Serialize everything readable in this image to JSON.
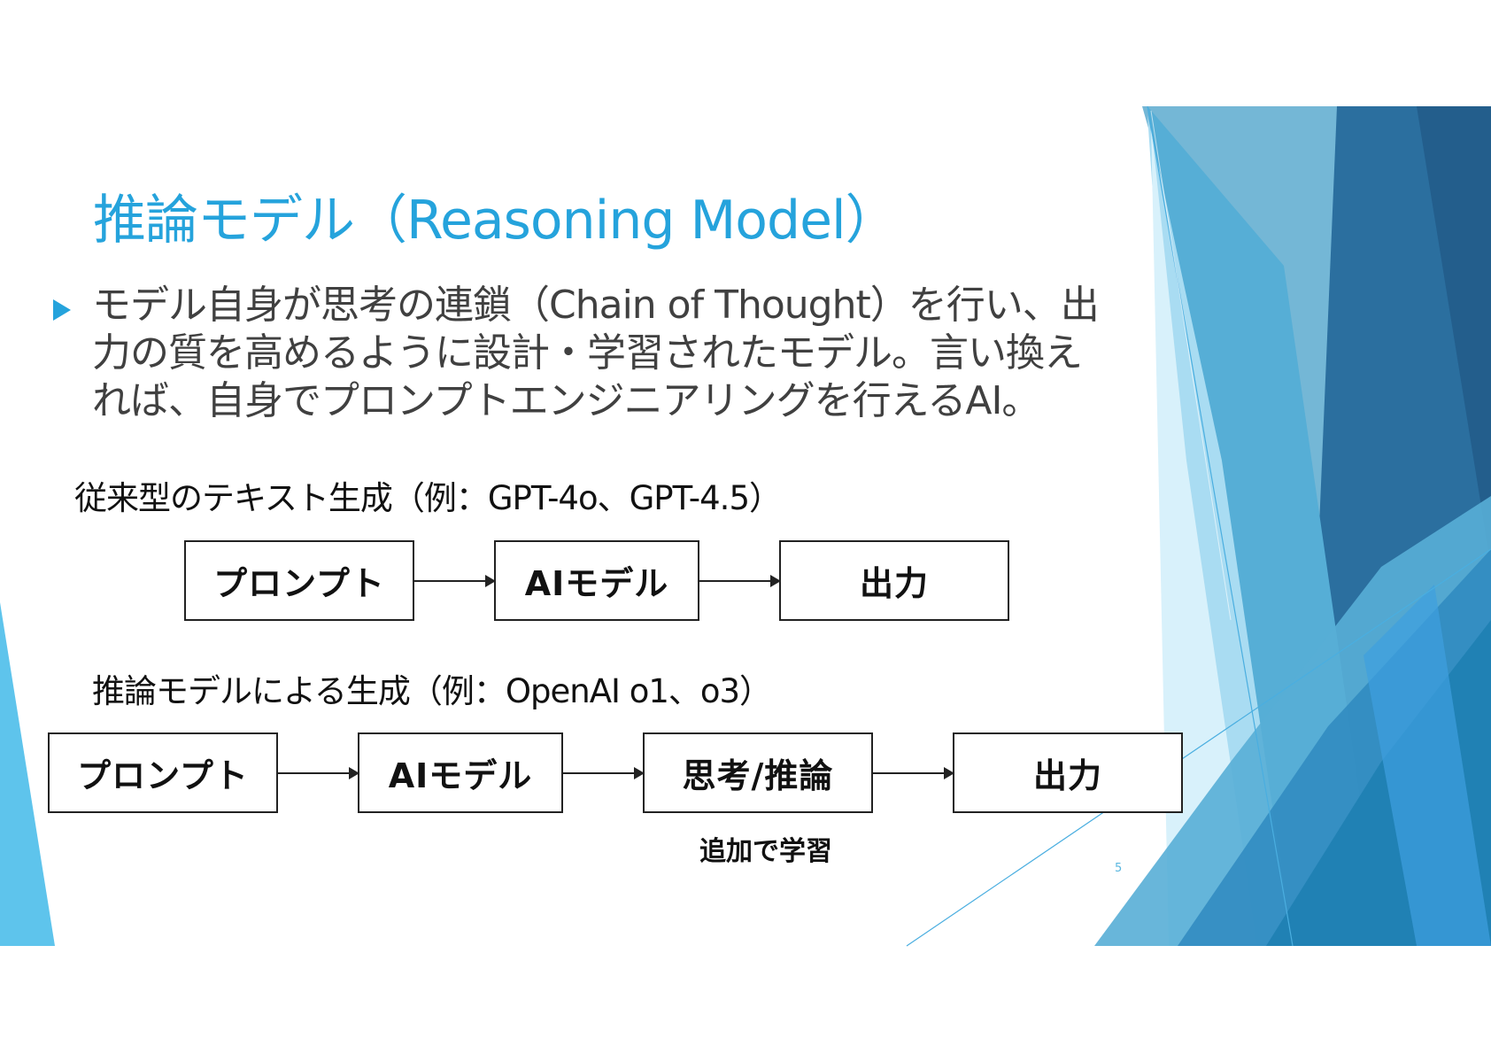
{
  "slide": {
    "title": "推論モデル（Reasoning Model）",
    "bullet": {
      "lines": [
        "モデル自身が思考の連鎖（Chain of Thought）を行い、出",
        "力の質を高めるように設計・学習されたモデル。言い換え",
        "れば、自身でプロンプトエンジニアリングを行えるAI。"
      ]
    },
    "traditional": {
      "label": "従来型のテキスト生成（例：GPT-4o、GPT-4.5）",
      "steps": [
        "プロンプト",
        "AIモデル",
        "出力"
      ]
    },
    "reasoning": {
      "label": "推論モデルによる生成（例：OpenAI o1、o3）",
      "steps": [
        "プロンプト",
        "AIモデル",
        "思考/推論",
        "出力"
      ],
      "note": "追加で学習"
    },
    "page_number": "5"
  },
  "colors": {
    "accent": "#25a3dc",
    "body_text": "#404040",
    "deco_dark": "#1f6fa3",
    "deco_mid": "#3a9fcf",
    "deco_light": "#8fd3f0"
  }
}
